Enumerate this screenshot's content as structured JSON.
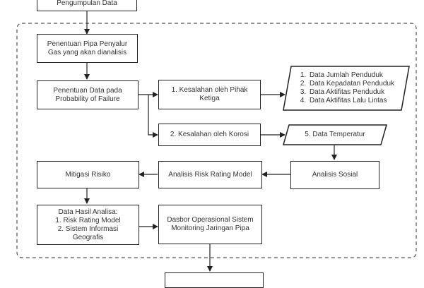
{
  "colors": {
    "stroke": "#222222",
    "dashed_border": "#555555",
    "text": "#333333",
    "background": "#ffffff"
  },
  "nodes": {
    "pengumpulan_data": "Pengumpulan Data",
    "penentuan_pipa": "Penentuan Pipa Penyalur\nGas yang akan dianalisis",
    "penentuan_data": "Penentuan Data pada\nProbability of Failure",
    "kesalahan_pihak_ketiga": "1. Kesalahan oleh Pihak\nKetiga",
    "kesalahan_korosi": "2. Kesalahan oleh Korosi",
    "data_list": [
      "Data Jumlah Penduduk",
      "Data Kepadatan Penduduk",
      "Data Aktifitas Penduduk",
      "Data Aktifitas Lalu Lintas"
    ],
    "data_temperatur": "5. Data Temperatur",
    "analisis_sosial": "Analisis Sosial",
    "analisis_risk_rating": "Analisis Risk Rating Model",
    "mitigasi_risiko": "Mitigasi Risiko",
    "data_hasil_analisa": "Data Hasil Analisa:\n1. Risk Rating Model\n2. Sistem Informasi\nGeografis",
    "dasbor": "Dasbor Operasional Sistem\nMonitoring Jaringan Pipa",
    "bottom_box": ""
  }
}
